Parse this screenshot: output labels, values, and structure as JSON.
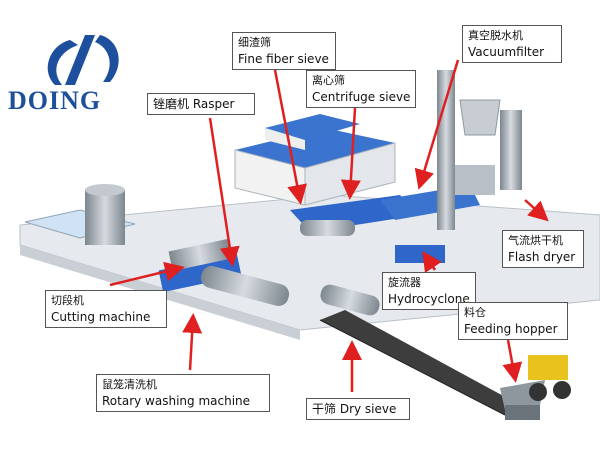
{
  "logo": {
    "word": "DOING"
  },
  "labels": {
    "fine_fiber_sieve": {
      "cn": "细渣筛",
      "en": "Fine fiber sieve"
    },
    "vacuum_filter": {
      "cn": "真空脱水机",
      "en": "Vacuumfilter"
    },
    "centrifuge_sieve": {
      "cn": "离心筛",
      "en": "Centrifuge sieve"
    },
    "rasper": {
      "cn": "锉磨机",
      "en": "Rasper"
    },
    "flash_dryer": {
      "cn": "气流烘干机",
      "en": "Flash dryer"
    },
    "hydrocyclone": {
      "cn": "旋流器",
      "en": "Hydrocyclone"
    },
    "cutting_machine": {
      "cn": "切段机",
      "en": "Cutting machine"
    },
    "feeding_hopper": {
      "cn": "料仓",
      "en": "Feeding hopper"
    },
    "rotary_washing": {
      "cn": "鼠笼清洗机",
      "en": "Rotary washing machine"
    },
    "dry_sieve": {
      "cn": "干筛",
      "en": "Dry sieve"
    }
  },
  "colors": {
    "arrow": "#e02020",
    "steel": "#9aa3ab",
    "blue": "#2f66c9",
    "brand": "#1d4f9c"
  }
}
